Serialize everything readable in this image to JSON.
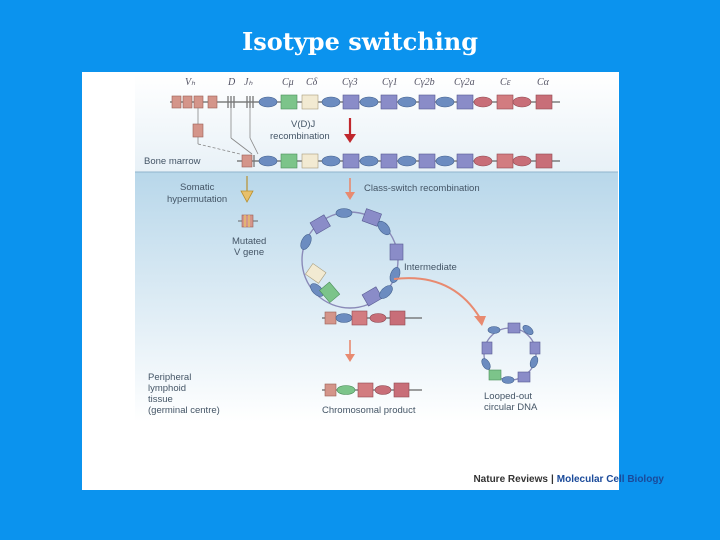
{
  "slide": {
    "title": "Isotype switching"
  },
  "figure": {
    "gene_labels": [
      "Vₕ",
      "D",
      "Jₕ",
      "Cμ",
      "Cδ",
      "Cγ3",
      "Cγ1",
      "Cγ2b",
      "Cγ2a",
      "Cε",
      "Cα"
    ],
    "annotations": {
      "vdj_line1": "V(D)J",
      "vdj_line2": "recombination",
      "bone_marrow": "Bone marrow",
      "somatic_line1": "Somatic",
      "somatic_line2": "hypermutation",
      "class_switch": "Class-switch recombination",
      "mutated_line1": "Mutated",
      "mutated_line2": "V gene",
      "intermediate": "Intermediate",
      "peripheral_line1": "Peripheral",
      "peripheral_line2": "lymphoid",
      "peripheral_line3": "tissue",
      "peripheral_line4": "(germinal centre)",
      "chromosomal_product": "Chromosomal product",
      "looped_line1": "Looped-out",
      "looped_line2": "circular DNA"
    },
    "colors": {
      "variable": "#d4958a",
      "switch": "#6c8cc0",
      "c_mu": "#7cc48a",
      "c_delta": "#f2ead2",
      "c_gamma": "#8a8cc8",
      "c_epsilon": "#d27c80",
      "c_alpha": "#c86e78",
      "mutation": "#e8c06a",
      "arrow_red": "#c0272d",
      "arrow_salmon": "#e88a70"
    }
  },
  "credit": {
    "publisher": "Nature Reviews",
    "separator": "|",
    "journal": "Molecular Cell Biology"
  }
}
